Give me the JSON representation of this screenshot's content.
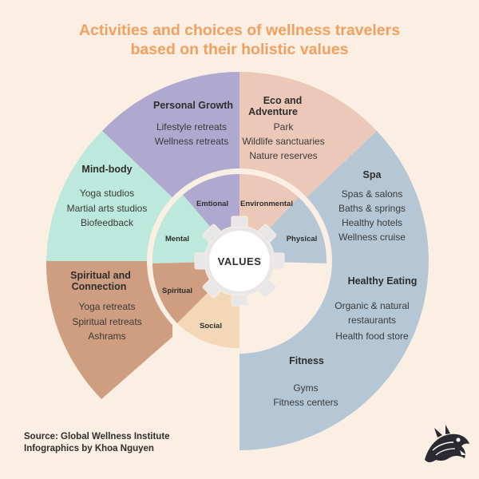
{
  "title": {
    "line1": "Activities and choices of wellness travelers",
    "line2": "based on their holistic values"
  },
  "center": {
    "label": "VALUES"
  },
  "inner": {
    "emotional": "Emtional",
    "environmental": "Environmental",
    "physical": "Physical",
    "social": "Social",
    "spiritual": "Spiritual",
    "mental": "Mental"
  },
  "outer": {
    "personal_growth": {
      "title": "Personal Growth",
      "items": [
        "Lifestyle retreats",
        "Wellness retreats"
      ]
    },
    "eco": {
      "title_line1": "Eco and",
      "title_line2": "Adventure",
      "items": [
        "Park",
        "Wildlife sanctuaries",
        "Nature reserves"
      ]
    },
    "spa": {
      "title": "Spa",
      "items": [
        "Spas & salons",
        "Baths & springs",
        "Healthy hotels",
        "Wellness cruise"
      ]
    },
    "healthy_eating": {
      "title": "Healthy Eating",
      "items": [
        "Organic & natural",
        "restaurants",
        "Health food store"
      ]
    },
    "fitness": {
      "title": "Fitness",
      "items": [
        "Gyms",
        "Fitness centers"
      ]
    },
    "mind_body": {
      "title": "Mind-body",
      "items": [
        "Yoga studios",
        "Martial arts studios",
        "Biofeedback"
      ]
    },
    "spiritual": {
      "title_line1": "Spiritual and",
      "title_line2": "Connection",
      "items": [
        "Yoga retreats",
        "Spiritual retreats",
        "Ashrams"
      ]
    }
  },
  "colors": {
    "background": "#fbeee2",
    "title": "#f0a060",
    "purple": "#afa9cf",
    "peach": "#ebc8b8",
    "blue": "#b5c7d5",
    "teal": "#bde8dc",
    "brown": "#cf9e80",
    "sand": "#f2d8b6",
    "gear": "#e9e6e7"
  },
  "source": {
    "line1": "Source: Global Wellness Institute",
    "line2": "Infographics by Khoa Nguyen"
  }
}
